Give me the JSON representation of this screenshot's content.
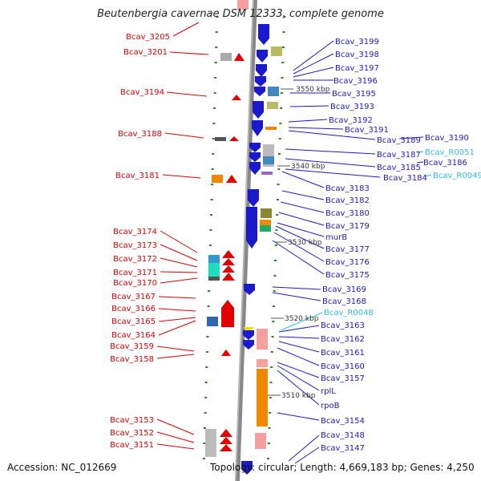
{
  "title": "Beutenbergia cavernae DSM 12333, complete genome",
  "accession": "Accession: NC_012669",
  "topology": "Topology: circular; Length: 4,669,183 bp; Genes: 4,250",
  "colors": {
    "left_label": "#e00000",
    "right_label": "#1a1acc",
    "rna_label": "#33bbee",
    "tick": "#228822",
    "backbone": "#888888"
  },
  "kbp_labels": [
    "3550 kbp",
    "3540 kbp",
    "3530 kbp",
    "3520 kbp",
    "3510 kbp"
  ],
  "left_genes": [
    "Bcav_3205",
    "Bcav_3201",
    "Bcav_3194",
    "Bcav_3188",
    "Bcav_3181",
    "Bcav_3174",
    "Bcav_3173",
    "Bcav_3172",
    "Bcav_3171",
    "Bcav_3170",
    "Bcav_3167",
    "Bcav_3166",
    "Bcav_3165",
    "Bcav_3164",
    "Bcav_3159",
    "Bcav_3158",
    "Bcav_3153",
    "Bcav_3152",
    "Bcav_3151"
  ],
  "right_genes": [
    "Bcav_3199",
    "Bcav_3198",
    "Bcav_3197",
    "Bcav_3196",
    "Bcav_3195",
    "Bcav_3193",
    "Bcav_3192",
    "Bcav_3191",
    "Bcav_3190",
    "Bcav_3189",
    "Bcav_3187",
    "Bcav_R0051",
    "Bcav_3186",
    "Bcav_3185",
    "Bcav_3184",
    "Bcav_R0049",
    "Bcav_3183",
    "Bcav_3182",
    "Bcav_3180",
    "Bcav_3179",
    "murB",
    "Bcav_3177",
    "Bcav_3176",
    "Bcav_3175",
    "Bcav_3169",
    "Bcav_3168",
    "Bcav_R0048",
    "Bcav_3163",
    "Bcav_3162",
    "Bcav_3161",
    "Bcav_3160",
    "Bcav_3157",
    "rplL",
    "rpoB",
    "Bcav_3154",
    "Bcav_3148",
    "Bcav_3147"
  ]
}
